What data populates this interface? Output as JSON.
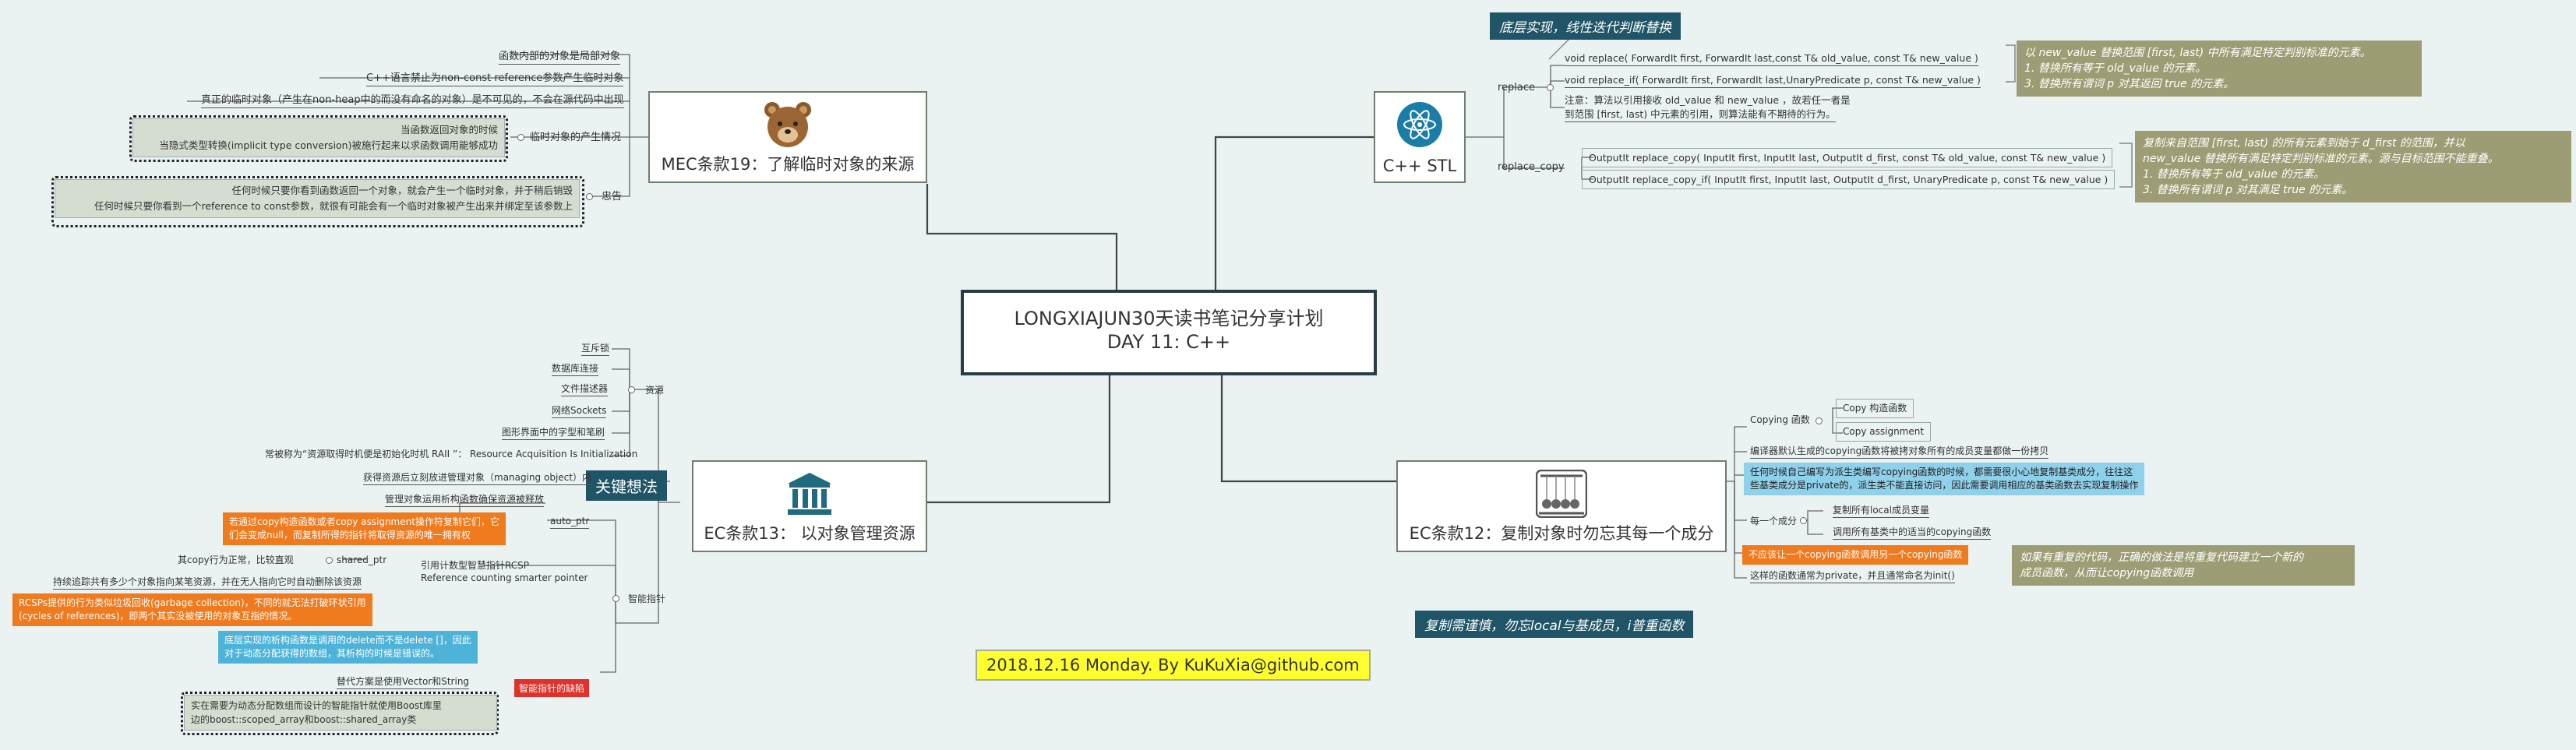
{
  "center": {
    "line1": "LONGXIAJUN30天读书笔记分享计划",
    "line2": "DAY 11: C++"
  },
  "footer": "2018.12.16 Monday. By KuKuXia@github.com",
  "stl": {
    "label": "C++ STL",
    "tag": "底层实现，线性迭代判断替换",
    "replace": {
      "label": "replace",
      "items": [
        "void replace( ForwardIt first, ForwardIt last,const T& old_value, const T& new_value )",
        "void replace_if( ForwardIt first, ForwardIt last,UnaryPredicate p, const T& new_value )"
      ],
      "note_line1": "注意：算法以引用接收 old_value 和 new_value ，故若任一者是",
      "note_line2": "到范围 [first, last) 中元素的引用，则算法能有不期待的行为。",
      "desc": [
        "以 new_value 替换范围 [first, last) 中所有满足特定判别标准的元素。",
        "1. 替换所有等于 old_value 的元素。",
        "3. 替换所有谓词 p 对其返回 true 的元素。"
      ]
    },
    "replace_copy": {
      "label": "replace_copy",
      "items": [
        "OutputIt replace_copy( InputIt first, InputIt last, OutputIt d_first, const T& old_value, const T& new_value )",
        "OutputIt replace_copy_if( InputIt first, InputIt last, OutputIt d_first, UnaryPredicate p, const T& new_value )"
      ],
      "desc": [
        "复制来自范围 [first, last) 的所有元素到始于 d_first 的范围，并以",
        "new_value 替换所有满足特定判别标准的元素。源与目标范围不能重叠。",
        "1. 替换所有等于 old_value 的元素。",
        "3. 替换所有谓词 p 对其满足 true 的元素。"
      ]
    }
  },
  "mec19": {
    "label": "MEC条款19：了解临时对象的来源",
    "items": [
      "函数内部的对象是局部对象",
      "C++语言禁止为non-const reference参数产生临时对象",
      "真正的临时对象（产生在non-heap中的而没有命名的对象）是不可见的，不会在源代码中出现"
    ],
    "temp_label": "临时对象的产生情况",
    "temp_items": [
      "当函数返回对象的时候",
      "当隐式类型转换(implicit type conversion)被施行起来以求函数调用能够成功"
    ],
    "warn_label": "忠告",
    "warn_items": [
      "任何时候只要你看到函数返回一个对象，就会产生一个临时对象，并于稍后销毁",
      "任何时候只要你看到一个reference to const参数，就很有可能会有一个临时对象被产生出来并绑定至该参数上"
    ]
  },
  "ec13": {
    "label": "EC条款13：  以对象管理资源",
    "key": "关键想法",
    "resource_label": "资源",
    "resources": [
      "互斥锁",
      "数据库连接",
      "文件描述器",
      "网络Sockets",
      "图形界面中的字型和笔刷"
    ],
    "raii": "常被称为“资源取得时机便是初始化时机 RAII ”：  Resource Acquisition Is Initialization",
    "key_items": [
      "获得资源后立刻放进管理对象（managing object）内",
      "管理对象运用析构函数确保资源被释放"
    ],
    "smart_label": "智能指针",
    "auto_ptr": "auto_ptr",
    "auto_ptr_note": [
      "若通过copy构造函数或者copy assignment操作符复制它们，它",
      "们会变成null，而复制所得的指针将取得资源的唯一拥有权"
    ],
    "shared_ptr": "shared_ptr",
    "shared_note": "其copy行为正常，比较直观",
    "rcsp": [
      "引用计数型智慧指针RCSP",
      "Reference counting smarter pointer"
    ],
    "rcsp_note": "持续追踪共有多少个对象指向某笔资源，并在无人指向它时自动删除该资源",
    "rcsp_orange": [
      "RCSPs提供的行为类似垃圾回收(garbage collection)，不同的就无法打破环状引用",
      "(cycles of references)，即两个其实没被使用的对象互指的情况。"
    ],
    "defect_label": "智能指针的缺陷",
    "defect_blue": [
      "底层实现的析构函数是调用的delete而不是delete []，因此",
      "对于动态分配获得的数组，其析构的时候是错误的。"
    ],
    "alt1": "替代方案是使用Vector和String",
    "alt2": [
      "实在需要为动态分配数组而设计的智能指针就使用Boost库里",
      "边的boost::scoped_array和boost::shared_array类"
    ]
  },
  "ec12": {
    "label": "EC条款12：复制对象时勿忘其每一个成分",
    "tag": "复制需谨慎，勿忘local与基成员，i普重函数",
    "copy_label": "Copying 函数",
    "copy_items": [
      "Copy 构造函数",
      "Copy assignment"
    ],
    "compiler_note": "编译器默认生成的copying函数将被拷对象所有的成员变量都做一份拷贝",
    "blue_note": [
      "任何时候自己编写为派生类编写copying函数的时候，都需要很小心地复制基类成分，往往这",
      "些基类成分是private的，派生类不能直接访问，因此需要调用相应的基类函数去实现复制操作"
    ],
    "each_label": "每一个成分",
    "each_items": [
      "复制所有local成员变量",
      "调用所有基类中的适当的copying函数"
    ],
    "orange": "不应该让一个copying函数调用另一个copying函数",
    "init_note": "这样的函数通常为private，并且通常命名为init()",
    "desc": [
      "如果有重复的代码，正确的做法是将重复代码建立一个新的",
      "成员函数，从而让copying函数调用"
    ]
  }
}
